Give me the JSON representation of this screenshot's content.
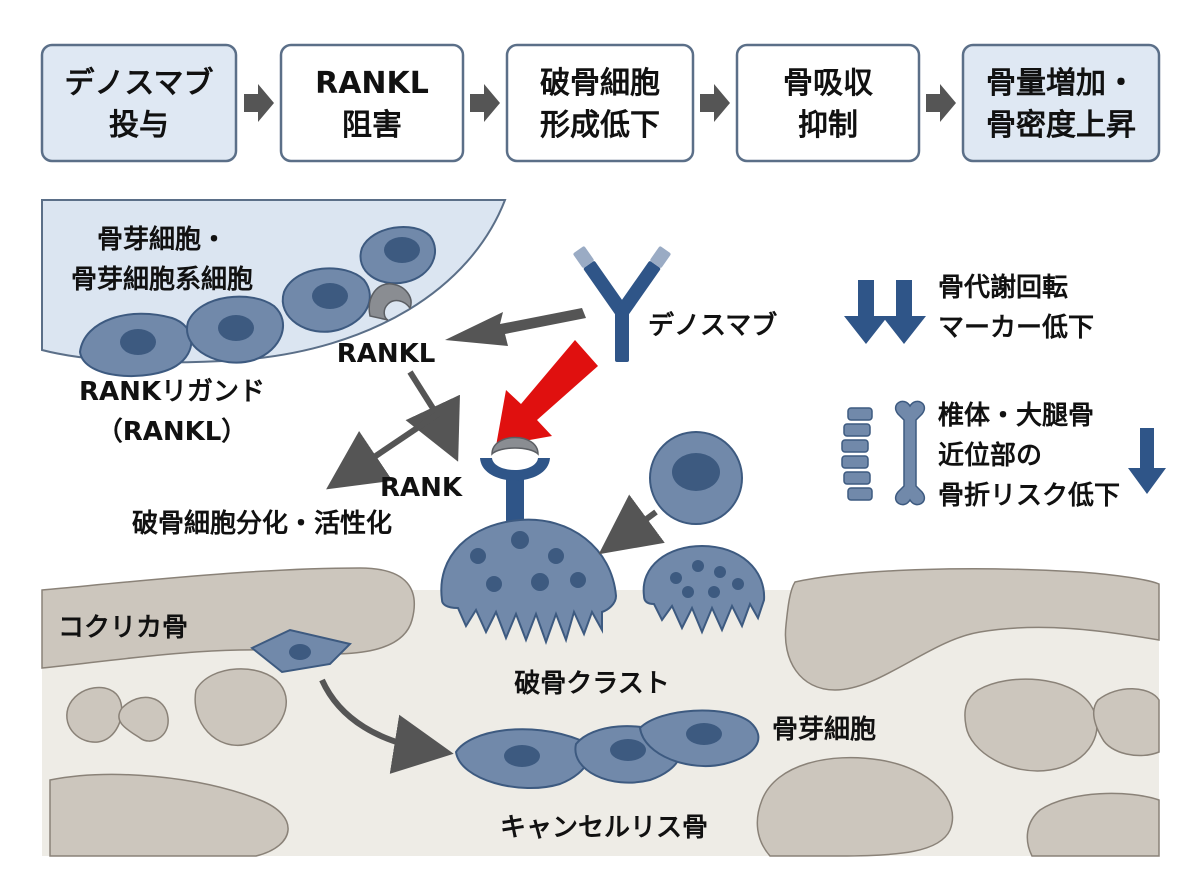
{
  "flow": {
    "step1": {
      "line1": "デノスマブ",
      "line2": "投与"
    },
    "step2": {
      "line1": "RANKL",
      "line2": "阻害"
    },
    "step3": {
      "line1": "破骨細胞",
      "line2": "形成低下"
    },
    "step4": {
      "line1": "骨吸収",
      "line2": "抑制"
    },
    "step5": {
      "line1": "骨量増加・",
      "line2": "骨密度上昇"
    }
  },
  "labels": {
    "osteoblast_line1": "骨芽細胞・",
    "osteoblast_line2": "骨芽細胞系細胞",
    "rankl_short": "RANKL",
    "rankl_full_line1": "RANKリガンド",
    "rankl_full_line2": "（RANKL）",
    "denosumab": "デノスマブ",
    "rank": "RANK",
    "differentiation": "破骨細胞分化・活性化",
    "cortical_bone": "コクリカ骨",
    "osteoclast": "破骨クラスト",
    "osteoblast_bottom": "骨芽細胞",
    "cancellous_bone": "キャンセルリス骨"
  },
  "effects": {
    "marker_line1": "骨代謝回転",
    "marker_line2": "マーカー低下",
    "fracture_line1": "椎体・大腿骨",
    "fracture_line2": "近位部の",
    "fracture_line3": "骨折リスク低下"
  },
  "icons": [
    "right-arrow-icon",
    "antibody-icon",
    "inhibition-arrow-icon",
    "down-arrow-icon",
    "spine-icon",
    "femur-icon"
  ],
  "colors": {
    "box_highlight": "#dfe8f3",
    "box_border": "#5b6f88",
    "cell_fill": "#7189aa",
    "nucleus": "#3d5a80",
    "receptor": "#2f5588",
    "inhibit_arrow": "#e0100f",
    "bone": "#ccc6bd",
    "marrow": "#eeece6"
  }
}
